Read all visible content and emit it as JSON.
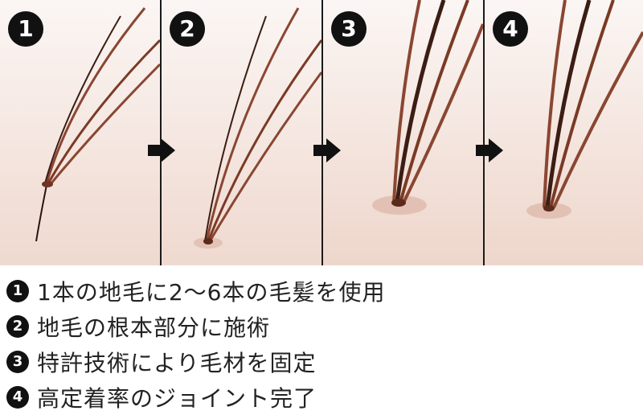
{
  "steps": [
    {
      "number": "1",
      "caption": "1本の地毛に2〜6本の毛髪を使用"
    },
    {
      "number": "2",
      "caption": "地毛の根本部分に施術"
    },
    {
      "number": "3",
      "caption": "特許技術により毛材を固定"
    },
    {
      "number": "4",
      "caption": "高定着率のジョイント完了"
    }
  ],
  "colors": {
    "skin_top": "#f5ece8",
    "skin_bottom": "#efd9cf",
    "hair_brown": "#7a3a25",
    "hair_dark": "#3b1d14",
    "badge": "#111111"
  },
  "icons": [
    "right-arrow-icon"
  ]
}
